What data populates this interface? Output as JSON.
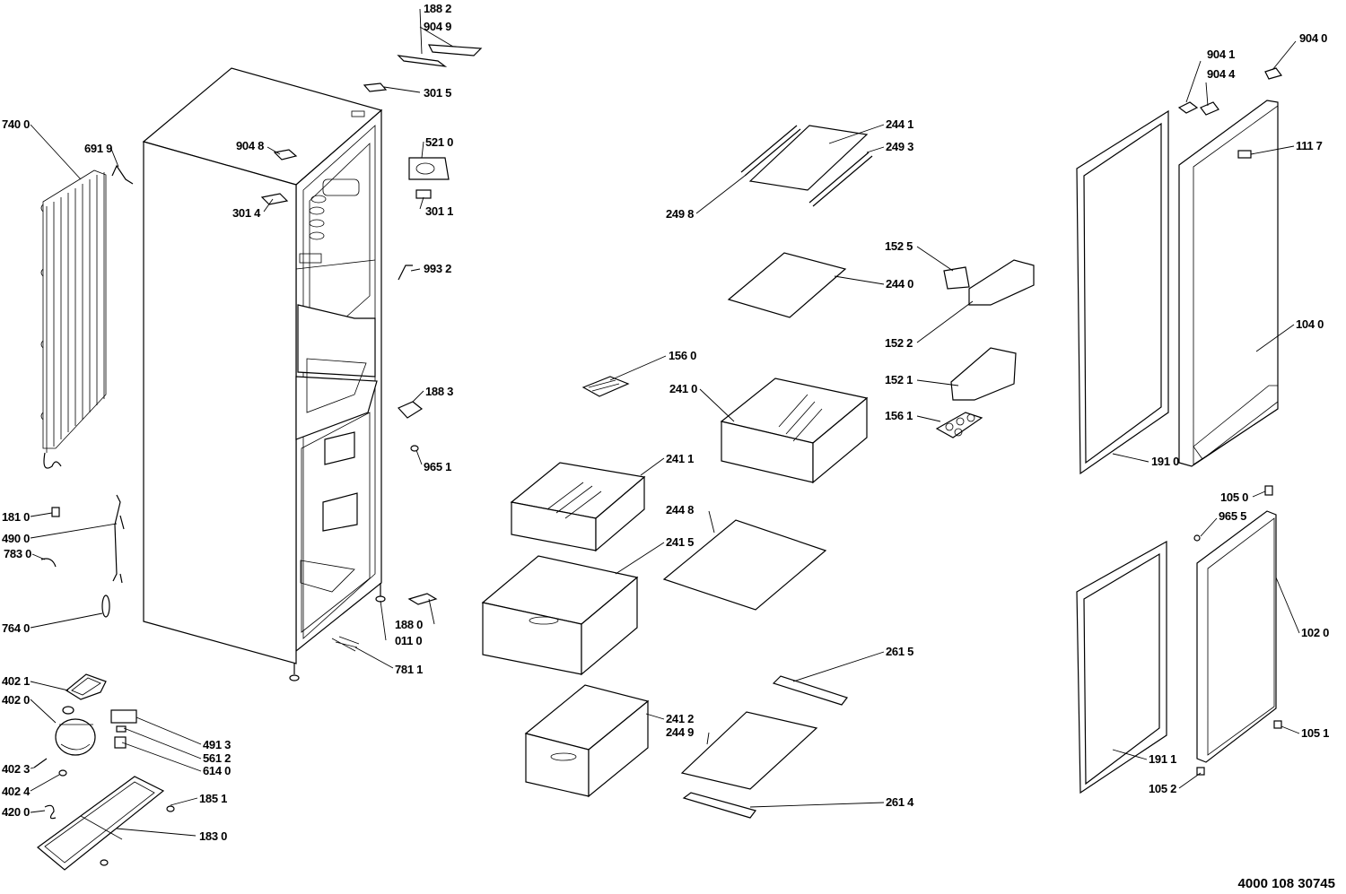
{
  "document_number": "4000 108 30745",
  "labels": {
    "l1882": "188 2",
    "l9049": "904 9",
    "l3015": "301 5",
    "l5210": "521 0",
    "l3011": "301 1",
    "l9932": "993 2",
    "l1883": "188 3",
    "l9651": "965 1",
    "l1880": "188 0",
    "l0110": "011 0",
    "l7811": "781 1",
    "l9048": "904 8",
    "l3014": "301 4",
    "l7400": "740 0",
    "l6919": "691 9",
    "l1810": "181 0",
    "l4900": "490 0",
    "l7830": "783 0",
    "l7640": "764 0",
    "l4021": "402 1",
    "l4020": "402 0",
    "l4023": "402 3",
    "l4024": "402 4",
    "l4200": "420 0",
    "l4913": "491 3",
    "l5612": "561 2",
    "l6140": "614 0",
    "l1851": "185 1",
    "l1830": "183 0",
    "l2441": "244 1",
    "l2493": "249 3",
    "l2498": "249 8",
    "l1525": "152 5",
    "l2440": "244 0",
    "l1522": "152 2",
    "l1560": "156 0",
    "l2410": "241 0",
    "l1521": "152 1",
    "l1561": "156 1",
    "l2411": "241 1",
    "l2448": "244 8",
    "l2415": "241 5",
    "l2615": "261 5",
    "l2412": "241 2",
    "l2449": "244 9",
    "l2614": "261 4",
    "l9041": "904 1",
    "l9044": "904 4",
    "l9040": "904 0",
    "l1117": "111 7",
    "l1040": "104 0",
    "l1910": "191 0",
    "l1050": "105 0",
    "l9655": "965 5",
    "l1020": "102 0",
    "l1051": "105 1",
    "l1911": "191 1",
    "l1052": "105 2"
  }
}
